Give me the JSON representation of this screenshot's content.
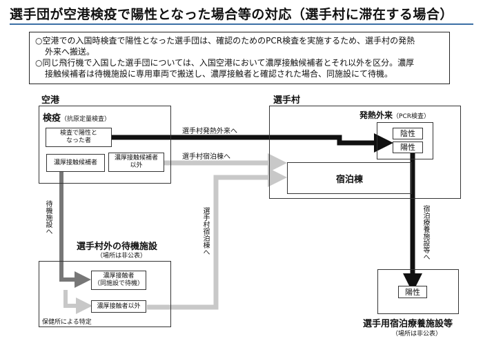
{
  "title": "選手団が空港検疫で陽性となった場合等の対応（選手村に滞在する場合）",
  "summary": {
    "b1_line1": "○空港での入国時検査で陽性となった選手団は、確認のためのPCR検査を実施するため、選手村の発熱",
    "b1_line2": "外来へ搬送。",
    "b2_line1": "○同じ飛行機で入国した選手団については、入国空港において濃厚接触候補者とそれ以外を区分。濃厚",
    "b2_line2": "接触候補者は待機施設に専用車両で搬送し、濃厚接触者と確認された場合、同施設にて待機。"
  },
  "airport": {
    "heading": "空港",
    "kenneki": "検疫",
    "kenneki_sub": "（抗原定量検査）",
    "positive_box": "検査で陽性と\nなった者",
    "candidate_box": "濃厚接触候補者",
    "non_candidate_box": "濃厚接触候補者\n以外"
  },
  "village": {
    "heading": "選手村",
    "fever_clinic": "発熱外来",
    "fever_clinic_sub": "（PCR検査）",
    "negative": "陰性",
    "positive": "陽性",
    "lodging": "宿泊棟"
  },
  "waiting": {
    "heading": "選手村外の待機施設",
    "note": "（場所は非公表）",
    "contact": "濃厚接触者\n（同施設で待機）",
    "non_contact": "濃厚接触者以外",
    "health_center": "保健所による特定"
  },
  "recovery": {
    "positive": "陽性",
    "heading": "選手用宿泊療養施設等",
    "note": "（場所は非公表）"
  },
  "arrows": {
    "to_fever": "選手村発熱外来へ",
    "to_lodging": "選手村宿泊棟へ",
    "to_waiting": "待機施設へ",
    "to_lodging_v": "選手村宿泊棟へ",
    "to_recovery": "宿泊療養施設等へ"
  },
  "colors": {
    "black_arrow": "#111111",
    "dark_gray_arrow": "#777777",
    "light_gray_arrow": "#c8c8c8",
    "title_rule": "#3a6ea5"
  }
}
